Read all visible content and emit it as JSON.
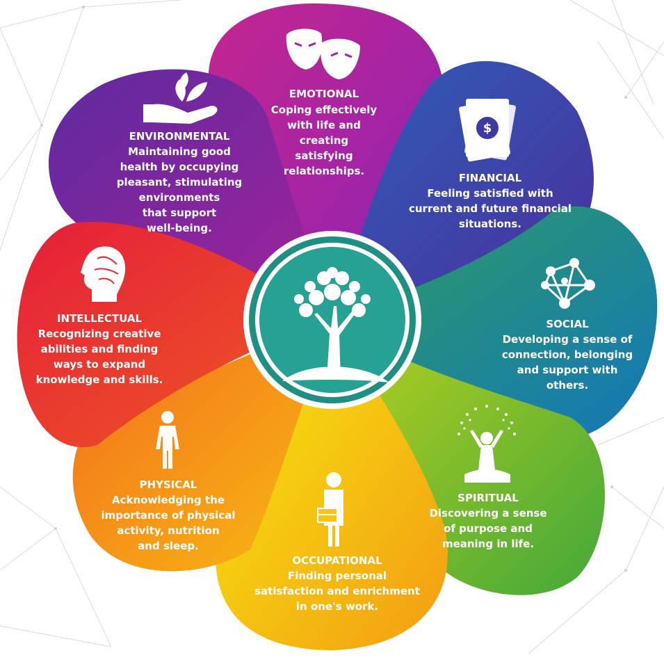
{
  "colors": {
    "emotional": "#9c24b3",
    "environmental": "#7b23a6",
    "financial": "#3f3aa3",
    "social": "#1a7fb0",
    "spiritual": "#78bd2b",
    "occupational": "#f4c20c",
    "physical": "#f7861a",
    "intellectual": "#e62a2e",
    "center_fill": "#26a294",
    "center_ring": "#ffffff"
  },
  "segments": [
    {
      "key": "emotional",
      "icon": "theater-masks-icon",
      "title": "EMOTIONAL",
      "lines": [
        "Coping effectively",
        "with life and",
        "creating",
        "satisfying",
        "relationships."
      ]
    },
    {
      "key": "financial",
      "icon": "money-bills-icon",
      "title": "FINANCIAL",
      "lines": [
        "Feeling satisfied with",
        "current and future financial",
        "situations."
      ]
    },
    {
      "key": "social",
      "icon": "network-nodes-icon",
      "title": "SOCIAL",
      "lines": [
        "Developing a sense of",
        "connection, belonging",
        "and support with",
        "others."
      ]
    },
    {
      "key": "spiritual",
      "icon": "meditation-icon",
      "title": "SPIRITUAL",
      "lines": [
        "Discovering a sense",
        "of purpose and",
        "meaning in life."
      ]
    },
    {
      "key": "occupational",
      "icon": "businessman-briefcase-icon",
      "title": "OCCUPATIONAL",
      "lines": [
        "Finding personal",
        "satisfaction and enrichment",
        "in one's work."
      ]
    },
    {
      "key": "physical",
      "icon": "person-icon",
      "title": "PHYSICAL",
      "lines": [
        "Acknowledging the",
        "importance of physical",
        "activity, nutrition",
        "and sleep."
      ]
    },
    {
      "key": "intellectual",
      "icon": "brain-head-icon",
      "title": "INTELLECTUAL",
      "lines": [
        "Recognizing creative",
        "abilities and finding",
        "ways to expand",
        "knowledge and skills."
      ]
    },
    {
      "key": "environmental",
      "icon": "hand-leaves-icon",
      "title": "ENVIRONMENTAL",
      "lines": [
        "Maintaining good",
        "health by occupying",
        "pleasant, stimulating",
        "environments",
        "that support",
        "well-being."
      ]
    }
  ],
  "center": {
    "icon": "tree-icon"
  }
}
